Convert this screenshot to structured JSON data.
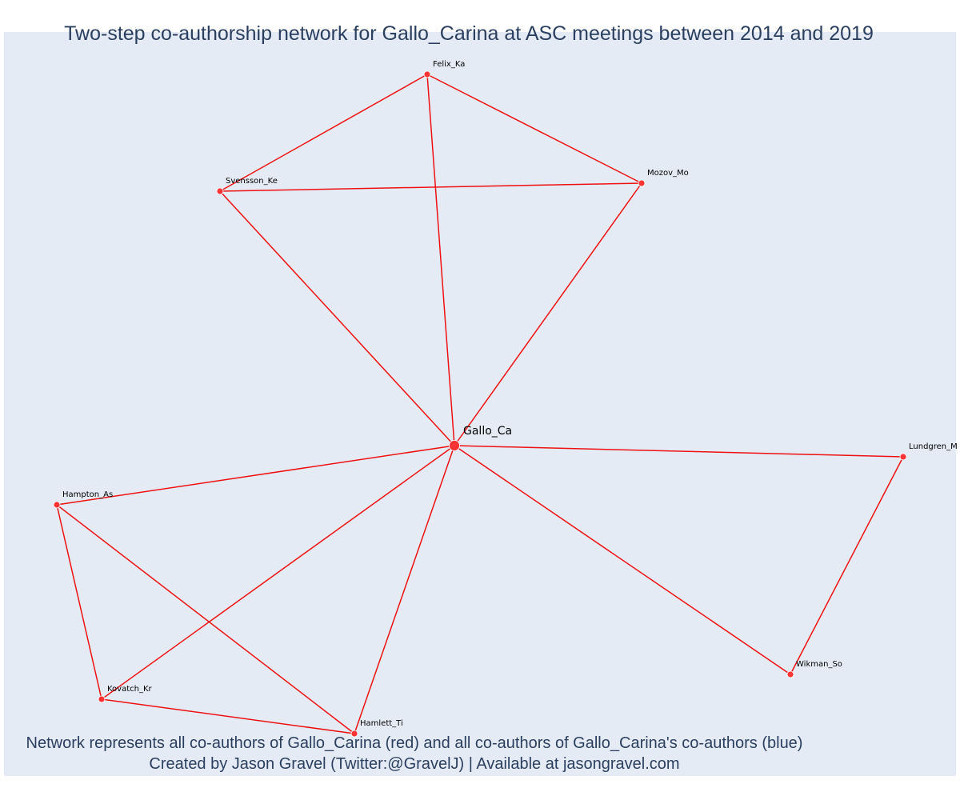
{
  "title": "Two-step co-authorship network for Gallo_Carina at ASC meetings between 2014 and 2019",
  "captions": {
    "line1": "Network represents all co-authors of Gallo_Carina (red) and all co-authors of Gallo_Carina's co-authors (blue)",
    "line2": "Created by Jason Gravel (Twitter:@GravelJ) | Available at jasongravel.com"
  },
  "colors": {
    "edge": "#ee1111",
    "node_fill": "#ff3333",
    "node_stroke": "#ffffff",
    "background": "#e5ebf5",
    "text": "#2a3f5f"
  },
  "network": {
    "center": "Gallo_Ca",
    "nodes": [
      {
        "id": "Gallo_Ca",
        "label": "Gallo_Ca",
        "role": "center"
      },
      {
        "id": "Felix_Ka",
        "label": "Felix_Ka",
        "role": "coauthor"
      },
      {
        "id": "Svensson_Ke",
        "label": "Svensson_Ke",
        "role": "coauthor"
      },
      {
        "id": "Mozov_Mo",
        "label": "Mozov_Mo",
        "role": "coauthor"
      },
      {
        "id": "Lundgren_M",
        "label": "Lundgren_M",
        "role": "coauthor"
      },
      {
        "id": "Hampton_As",
        "label": "Hampton_As",
        "role": "coauthor"
      },
      {
        "id": "Kovatch_Kr",
        "label": "Kovatch_Kr",
        "role": "coauthor"
      },
      {
        "id": "Hamlett_Ti",
        "label": "Hamlett_Ti",
        "role": "coauthor"
      },
      {
        "id": "Wikman_So",
        "label": "Wikman_So",
        "role": "coauthor"
      }
    ],
    "edges": [
      [
        "Gallo_Ca",
        "Felix_Ka"
      ],
      [
        "Gallo_Ca",
        "Svensson_Ke"
      ],
      [
        "Gallo_Ca",
        "Mozov_Mo"
      ],
      [
        "Gallo_Ca",
        "Lundgren_M"
      ],
      [
        "Gallo_Ca",
        "Hampton_As"
      ],
      [
        "Gallo_Ca",
        "Kovatch_Kr"
      ],
      [
        "Gallo_Ca",
        "Hamlett_Ti"
      ],
      [
        "Gallo_Ca",
        "Wikman_So"
      ],
      [
        "Felix_Ka",
        "Svensson_Ke"
      ],
      [
        "Felix_Ka",
        "Mozov_Mo"
      ],
      [
        "Svensson_Ke",
        "Mozov_Mo"
      ],
      [
        "Lundgren_M",
        "Wikman_So"
      ],
      [
        "Hampton_As",
        "Kovatch_Kr"
      ],
      [
        "Hampton_As",
        "Hamlett_Ti"
      ],
      [
        "Kovatch_Kr",
        "Hamlett_Ti"
      ]
    ]
  }
}
